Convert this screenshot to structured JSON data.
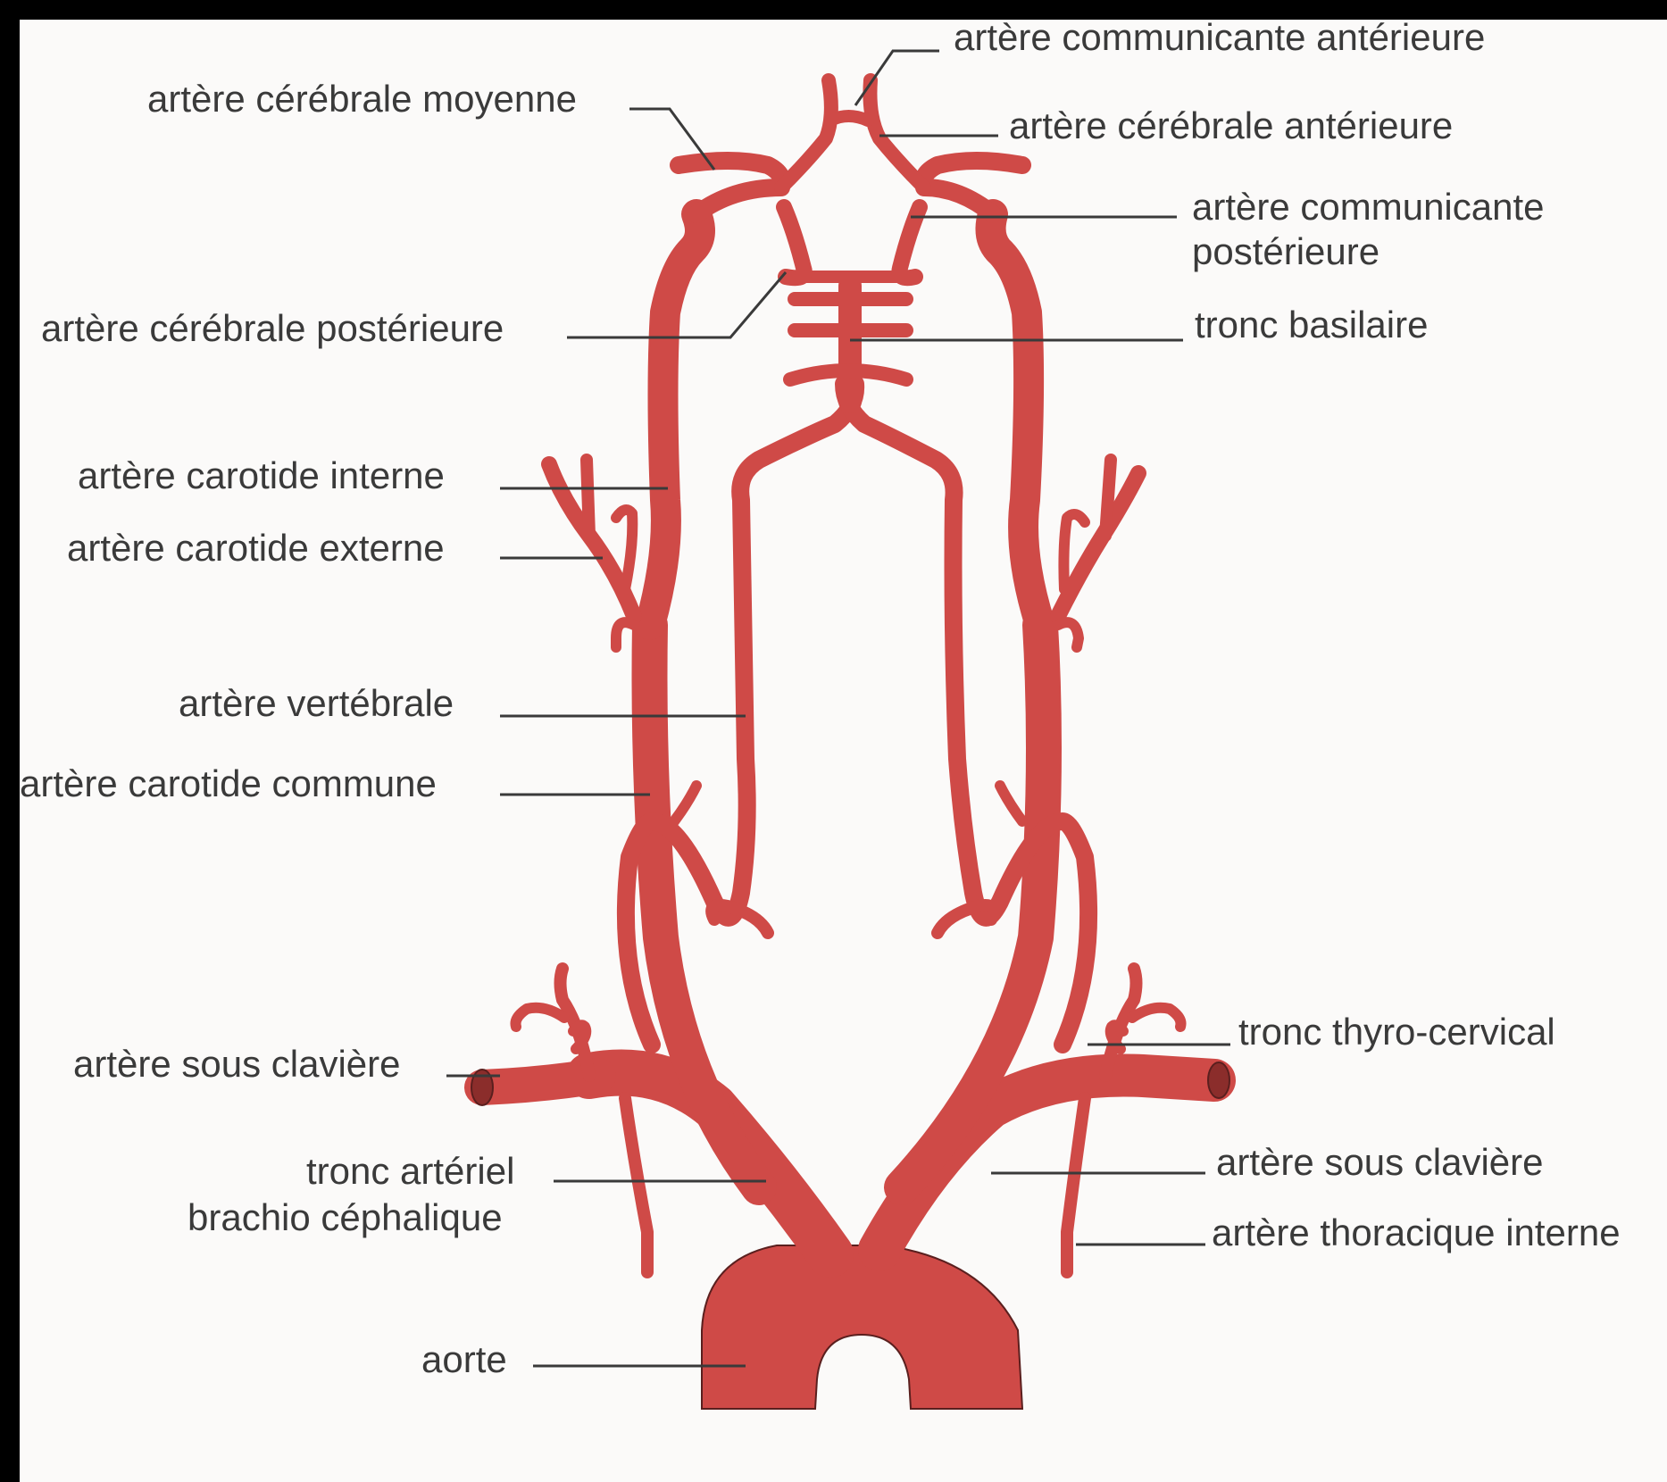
{
  "diagram": {
    "colors": {
      "artery": "#cf4a47",
      "artery_outline": "#5a1f1e",
      "label": "#3a3a3a",
      "background": "#fbfaf9",
      "frame": "#000000"
    },
    "labels": {
      "communicante_anterieure": "artère communicante antérieure",
      "cerebrale_moyenne": "artère cérébrale moyenne",
      "cerebrale_anterieure": "artère cérébrale antérieure",
      "communicante_posterieure_l1": "artère communicante",
      "communicante_posterieure_l2": "postérieure",
      "cerebrale_posterieure": "artère cérébrale postérieure",
      "tronc_basilaire": "tronc basilaire",
      "carotide_interne": "artère carotide interne",
      "carotide_externe": "artère carotide externe",
      "vertebrale": "artère vertébrale",
      "carotide_commune": "artère carotide commune",
      "sous_claviere_left": "artère sous clavière",
      "thyro_cervical": "tronc thyro-cervical",
      "brachio_l1": "tronc artériel",
      "brachio_l2": "brachio céphalique",
      "sous_claviere_right": "artère sous clavière",
      "thoracique_interne": "artère thoracique interne",
      "aorte": "aorte"
    }
  }
}
